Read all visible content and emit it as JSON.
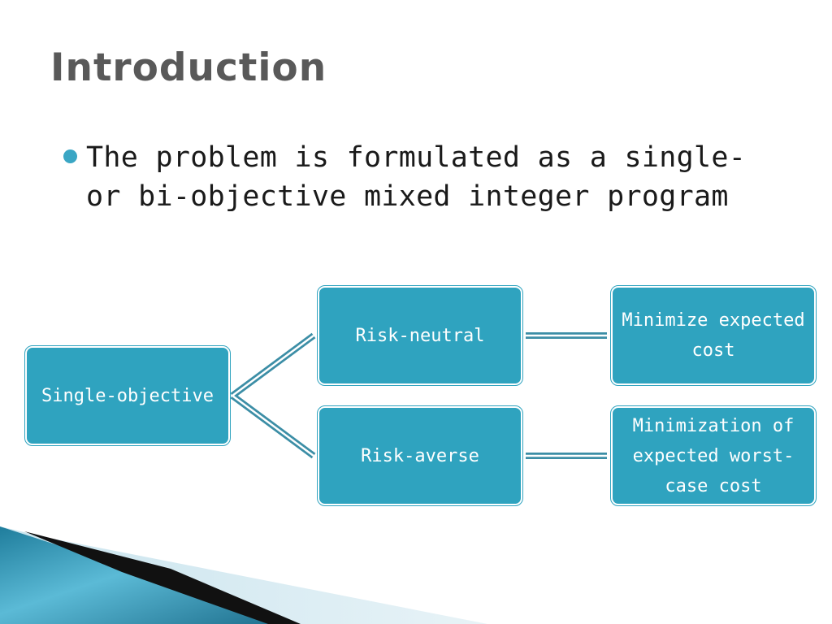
{
  "slide": {
    "title": "Introduction",
    "bullet": "The problem is formulated as a single-or bi-objective mixed integer program"
  },
  "diagram": {
    "root": "Single-objective",
    "branches": [
      {
        "label": "Risk-neutral",
        "objective": "Minimize expected cost"
      },
      {
        "label": "Risk-averse",
        "objective": "Minimization of expected worst-case cost"
      }
    ]
  },
  "colors": {
    "node_fill": "#2fa3bf",
    "connector": "#3c8ea6",
    "title": "#595959",
    "bullet": "#3aa6c4"
  }
}
